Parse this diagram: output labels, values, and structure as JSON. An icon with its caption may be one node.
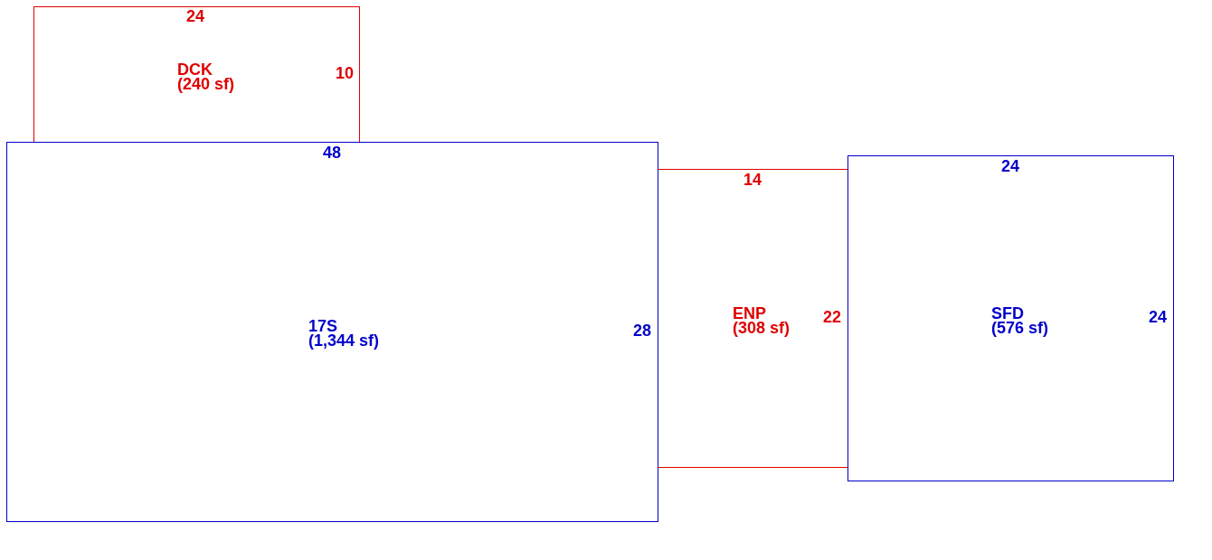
{
  "diagram": {
    "nodes": [
      {
        "text": [
          "DCK",
          "(240 sf)"
        ]
      },
      {
        "text": [
          "17S",
          "(1,344 sf)"
        ]
      },
      {
        "text": [
          "ENP",
          "(308 sf)"
        ]
      },
      {
        "text": [
          "SFD",
          "(576 sf)"
        ]
      }
    ],
    "labels": [
      "24",
      "10",
      "48",
      "28",
      "14",
      "22",
      "24",
      "24"
    ]
  }
}
